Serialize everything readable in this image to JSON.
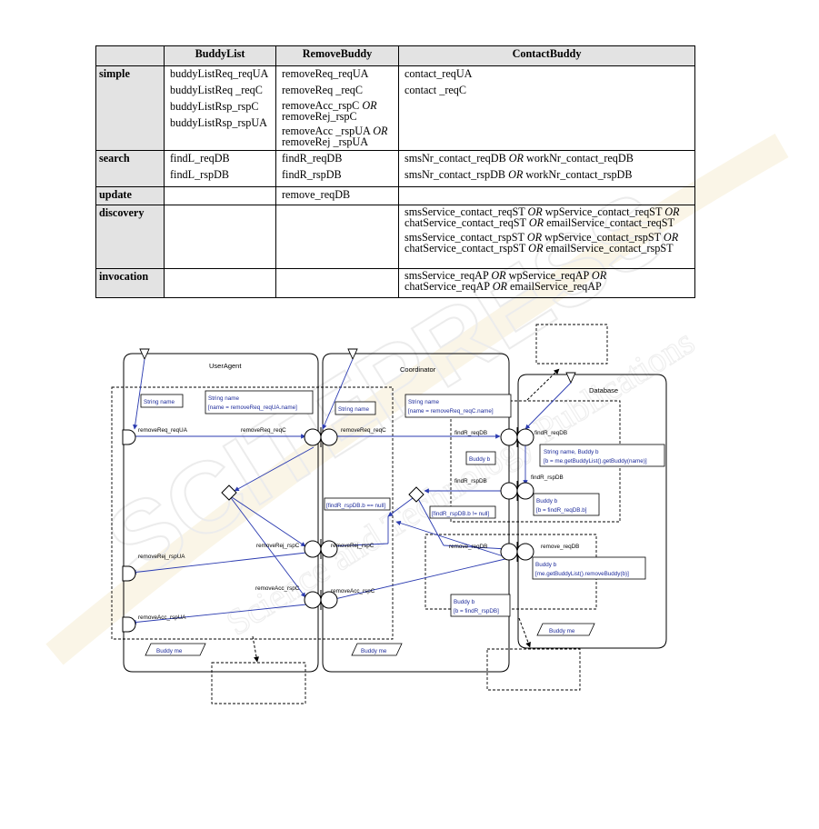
{
  "table": {
    "headers": [
      "",
      "BuddyList",
      "RemoveBuddy",
      "ContactBuddy"
    ],
    "rows": [
      {
        "label": "simple",
        "buddy_list": [
          "buddyListReq_reqUA",
          "buddyListReq _reqC",
          "buddyListRsp_rspC",
          "buddyListRsp_rspUA"
        ],
        "remove_buddy": [
          "removeReq_reqUA",
          "removeReq _reqC",
          "removeAcc_rspC OR",
          "removeRej_rspC",
          "removeAcc _rspUA OR",
          "removeRej _rspUA"
        ],
        "contact_buddy": [
          "contact_reqUA",
          "contact _reqC"
        ]
      },
      {
        "label": "search",
        "buddy_list": [
          "findL_reqDB",
          "findL_rspDB"
        ],
        "remove_buddy": [
          "findR_reqDB",
          "findR_rspDB"
        ],
        "contact_buddy": [
          "smsNr_contact_reqDB OR workNr_contact_reqDB",
          "smsNr_contact_rspDB OR workNr_contact_rspDB"
        ]
      },
      {
        "label": "update",
        "buddy_list": [],
        "remove_buddy": [
          "remove_reqDB"
        ],
        "contact_buddy": []
      },
      {
        "label": "discovery",
        "buddy_list": [],
        "remove_buddy": [],
        "contact_buddy": [
          "smsService_contact_reqST OR wpService_contact_reqST OR",
          "chatService_contact_reqST OR emailService_contact_reqST",
          "smsService_contact_rspST OR wpService_contact_rspST OR",
          "chatService_contact_rspST OR emailService_contact_rspST"
        ]
      },
      {
        "label": "invocation",
        "buddy_list": [],
        "remove_buddy": [],
        "contact_buddy": [
          "smsService_reqAP OR wpService_reqAP OR",
          "chatService_reqAP OR emailService_reqAP"
        ]
      }
    ]
  },
  "diagram": {
    "useragent_title": "UserAgent",
    "coordinator_title": "Coordinator",
    "database_title": "Database",
    "ua_string_name": "String name",
    "ua_string_assign_1": "String name",
    "ua_string_assign_2": "[name = removeReq_reqUA.name]",
    "co_string_name": "String name",
    "co_string_assign_1": "String name",
    "co_string_assign_2": "[name = removeReq_reqC.name]",
    "co_buddy_b": "Buddy b",
    "guard_null": "[findR_rspDB.b == null]",
    "guard_notnull": "[findR_rspDB.b != null]",
    "co_buddy_assign_1": "Buddy b",
    "co_buddy_assign_2": "[b = findR_rspDB]",
    "db_sn_1": "String name, Buddy b",
    "db_sn_2": "[b = me.getBuddyList().getBuddy(name)]",
    "db_buddy_1": "Buddy b",
    "db_buddy_2": "[b = findR_reqDB.b]",
    "db_rm_1": "Buddy b",
    "db_rm_2": "[me.getBuddyList().removeBuddy(b)]",
    "buddy_me": "Buddy me",
    "port_removeReq_reqUA": "removeReq_reqUA",
    "port_removeReq_reqC_ua": "removeReq_reqC",
    "port_removeReq_reqC_co": "removeReq_reqC",
    "port_findR_reqDB_co": "findR_reqDB",
    "port_findR_reqDB_db": "findR_reqDB",
    "port_findR_rspDB_co": "findR_rspDB",
    "port_findR_rspDB_db": "findR_rspDB",
    "port_removeRej_rspC_ua": "removeRej_rspC",
    "port_removeRej_rspC_co": "removeRej_rspC",
    "port_removeRej_rspUA": "removeRej_rspUA",
    "port_removeAcc_rspC_ua": "removeAcc_rspC",
    "port_removeAcc_rspC_co": "removeAcc_rspC",
    "port_removeAcc_rspUA": "removeAcc_rspUA",
    "port_remove_reqDB_co": "remove_reqDB",
    "port_remove_reqDB_db": "remove_reqDB"
  },
  "watermark": {
    "color": "#d8d8d8",
    "accent": "#f3e4b8",
    "lines": [
      "SCITEPRESS",
      "Science and Technology Publications"
    ]
  },
  "colors": {
    "flow_blue": "#2b3bb0",
    "black": "#000000"
  }
}
